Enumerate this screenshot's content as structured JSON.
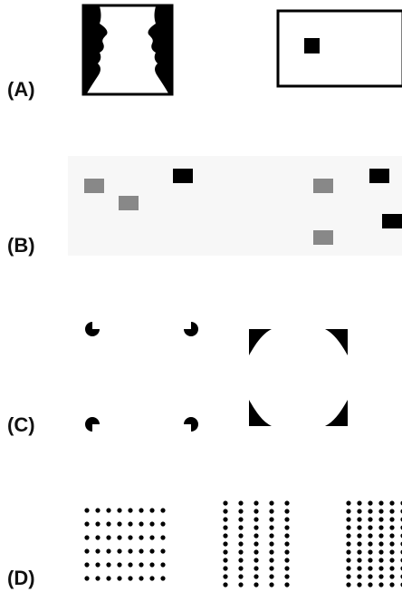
{
  "panels": [
    {
      "id": "A",
      "label": "(A)"
    },
    {
      "id": "B",
      "label": "(B)"
    },
    {
      "id": "C",
      "label": "(C)"
    },
    {
      "id": "D",
      "label": "(D)"
    }
  ],
  "colors": {
    "ink": "#000000",
    "gray_square": "#888888",
    "panel_b_background": "#f7f7f7",
    "background": "#ffffff"
  },
  "icons": {
    "A": [
      "faces-vase-icon",
      "square-in-frame-icon"
    ],
    "B": [
      "gray-and-black-squares-grouping-icon"
    ],
    "C": [
      "quarter-circle-contour-icon",
      "triangle-corner-contour-icon"
    ],
    "D": [
      "dot-rows-icon",
      "dot-columns-icon"
    ]
  }
}
